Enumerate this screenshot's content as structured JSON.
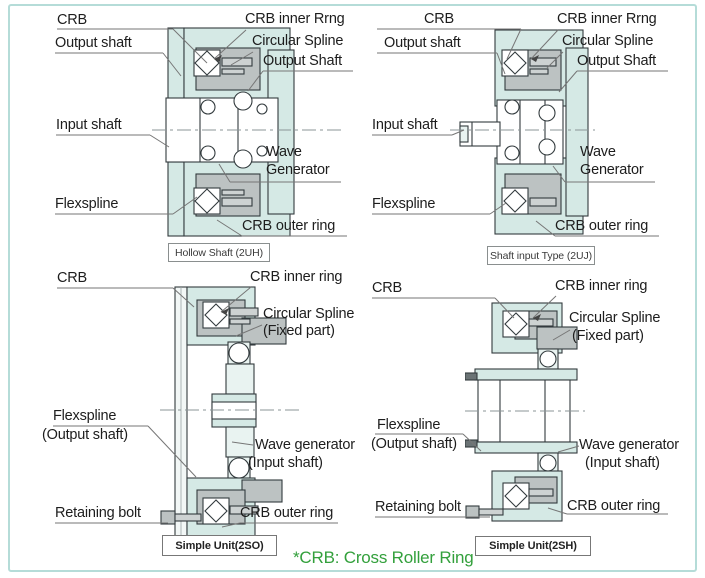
{
  "footnote": {
    "text": "*CRB: Cross Roller Ring"
  },
  "colors": {
    "accent_green": "#33A03C",
    "diagram_teal": "#D5E9E5",
    "diagram_gray": "#BCC2C2",
    "frame_border": "#B5DCD8"
  },
  "panels": [
    {
      "id": "hollow-shaft-2uh",
      "caption": "Hollow Shaft (2UH)",
      "labels": {
        "crb": "CRB",
        "output_shaft": "Output shaft",
        "input_shaft": "Input shaft",
        "flexspline": "Flexspline",
        "crb_inner": "CRB inner Rrng",
        "circular_spline": "Circular Spline",
        "output_shaft_r": "Output Shaft",
        "wave_1": "Wave",
        "wave_2": "Generator",
        "crb_outer": "CRB outer ring"
      }
    },
    {
      "id": "shaft-input-2uj",
      "caption": "Shaft input Type (2UJ)",
      "labels": {
        "crb": "CRB",
        "output_shaft": "Output shaft",
        "input_shaft": "Input shaft",
        "flexspline": "Flexspline",
        "crb_inner": "CRB inner Rrng",
        "circular_spline": "Circular Spline",
        "output_shaft_r": "Output Shaft",
        "wave_1": "Wave",
        "wave_2": "Generator",
        "crb_outer": "CRB outer ring"
      }
    },
    {
      "id": "simple-unit-2so",
      "caption": "Simple Unit(2SO)",
      "labels": {
        "crb": "CRB",
        "crb_inner": "CRB inner ring",
        "circular_1": "Circular Spline",
        "circular_2": "(Fixed part)",
        "flexspline_1": "Flexspline",
        "flexspline_2": "(Output shaft)",
        "wave_1": "Wave generator",
        "wave_2": "(Input shaft)",
        "retaining_bolt": "Retaining bolt",
        "crb_outer": "CRB outer ring"
      }
    },
    {
      "id": "simple-unit-2sh",
      "caption": "Simple Unit(2SH)",
      "labels": {
        "crb": "CRB",
        "crb_inner": "CRB inner ring",
        "circular_1": "Circular Spline",
        "circular_2": "(Fixed part)",
        "flexspline_1": "Flexspline",
        "flexspline_2": "(Output shaft)",
        "wave_1": "Wave generator",
        "wave_2": "(Input shaft)",
        "retaining_bolt": "Retaining bolt",
        "crb_outer": "CRB outer ring"
      }
    }
  ]
}
